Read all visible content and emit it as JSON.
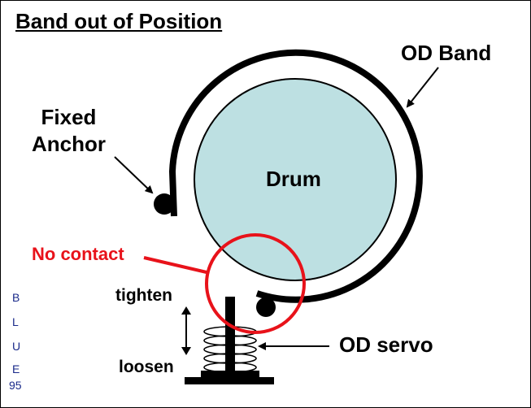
{
  "title": "Band out of Position",
  "labels": {
    "od_band": "OD Band",
    "fixed_anchor_line1": "Fixed",
    "fixed_anchor_line2": "Anchor",
    "drum": "Drum",
    "no_contact": "No contact",
    "tighten": "tighten",
    "loosen": "loosen",
    "od_servo": "OD servo"
  },
  "side_text": {
    "letters": [
      "B",
      "L",
      "U",
      "E"
    ],
    "number": "95"
  },
  "colors": {
    "drum_fill": "#bde0e2",
    "highlight": "#e8121a",
    "ink": "#000000",
    "side_text": "#1a2a8a"
  }
}
